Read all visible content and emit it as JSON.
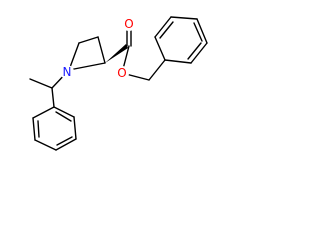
{
  "molecule": {
    "atoms": {
      "nitrogen": {
        "symbol": "N",
        "color": "#1a1aff"
      },
      "ring_oxygen": {
        "symbol": "O",
        "color": "#ff0000"
      },
      "carbonyl_oxygen": {
        "symbol": "O",
        "color": "#ff0000"
      }
    },
    "bond_color": "#000000",
    "background": "#ffffff"
  }
}
